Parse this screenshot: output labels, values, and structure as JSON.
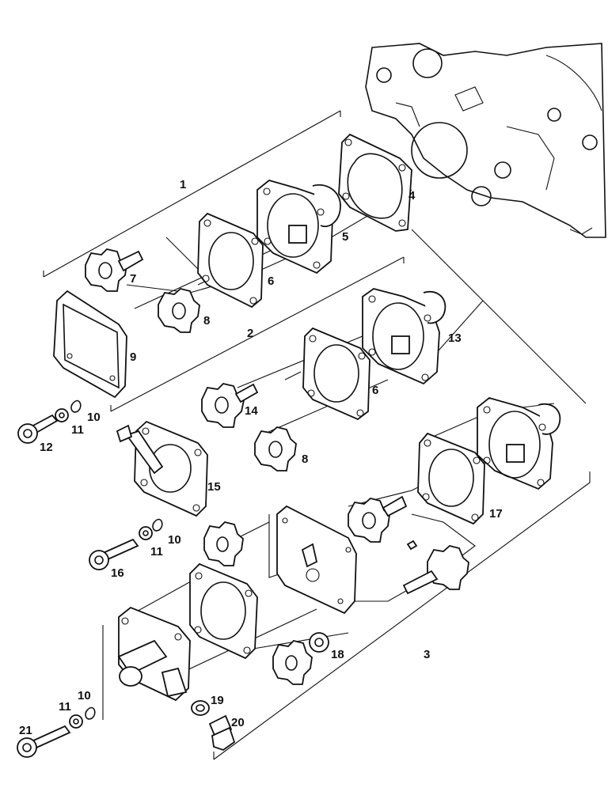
{
  "labels": {
    "l1": "1",
    "l2": "2",
    "l3": "3",
    "l4": "4",
    "l5": "5",
    "l6a": "6",
    "l6b": "6",
    "l7": "7",
    "l8a": "8",
    "l8b": "8",
    "l9": "9",
    "l10a": "10",
    "l10b": "10",
    "l10c": "10",
    "l11a": "11",
    "l11b": "11",
    "l11c": "11",
    "l12": "12",
    "l13": "13",
    "l14": "14",
    "l15": "15",
    "l16": "16",
    "l17": "17",
    "l18": "18",
    "l19": "19",
    "l20": "20",
    "l21": "21"
  }
}
